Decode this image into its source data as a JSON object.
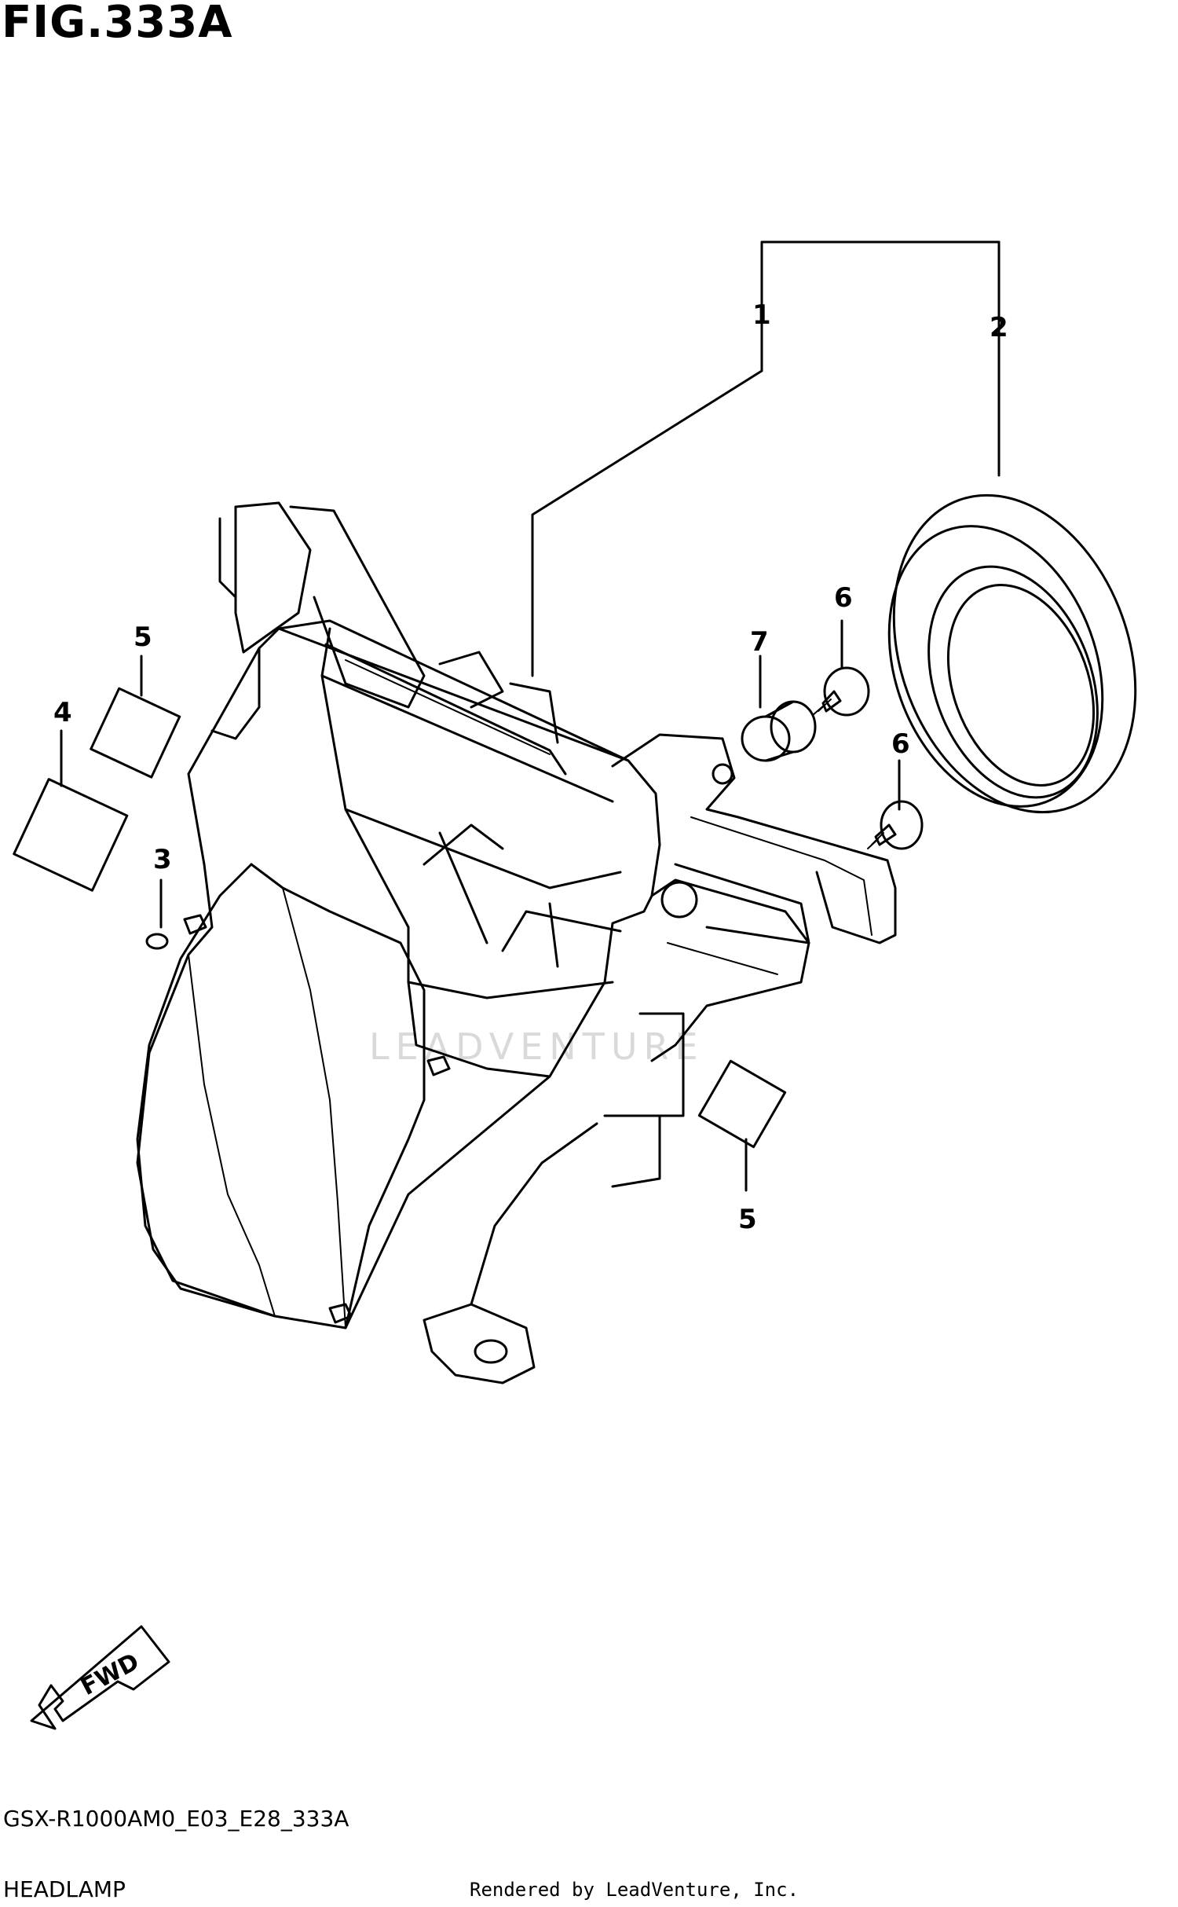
{
  "figure": {
    "title": "FIG.333A",
    "part_code": "GSX-R1000AM0_E03_E28_333A",
    "part_name": "HEADLAMP",
    "credit": "Rendered by LeadVenture, Inc.",
    "watermark": "LEADVENTURE"
  },
  "callouts": {
    "c1": "1",
    "c2": "2",
    "c3": "3",
    "c4": "4",
    "c5a": "5",
    "c5b": "5",
    "c6a": "6",
    "c6b": "6",
    "c7": "7"
  },
  "fwd_label": "FWD"
}
